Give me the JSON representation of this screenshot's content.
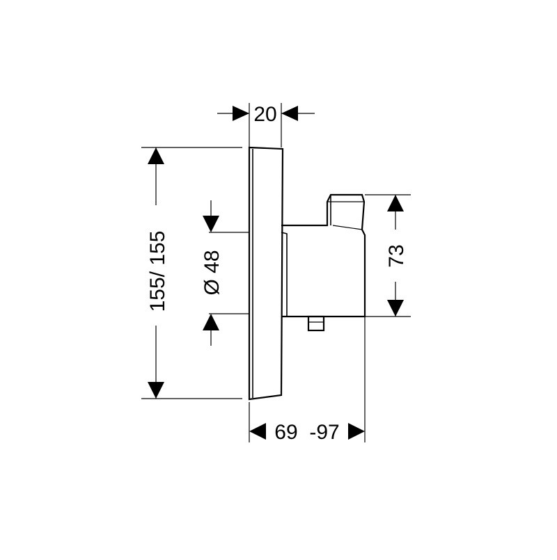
{
  "diagram": {
    "dimensions": {
      "top_depth": "20",
      "height": "155/ 155",
      "diameter": "Ø 48",
      "body_height": "73",
      "total_depth": "69  -97"
    }
  }
}
